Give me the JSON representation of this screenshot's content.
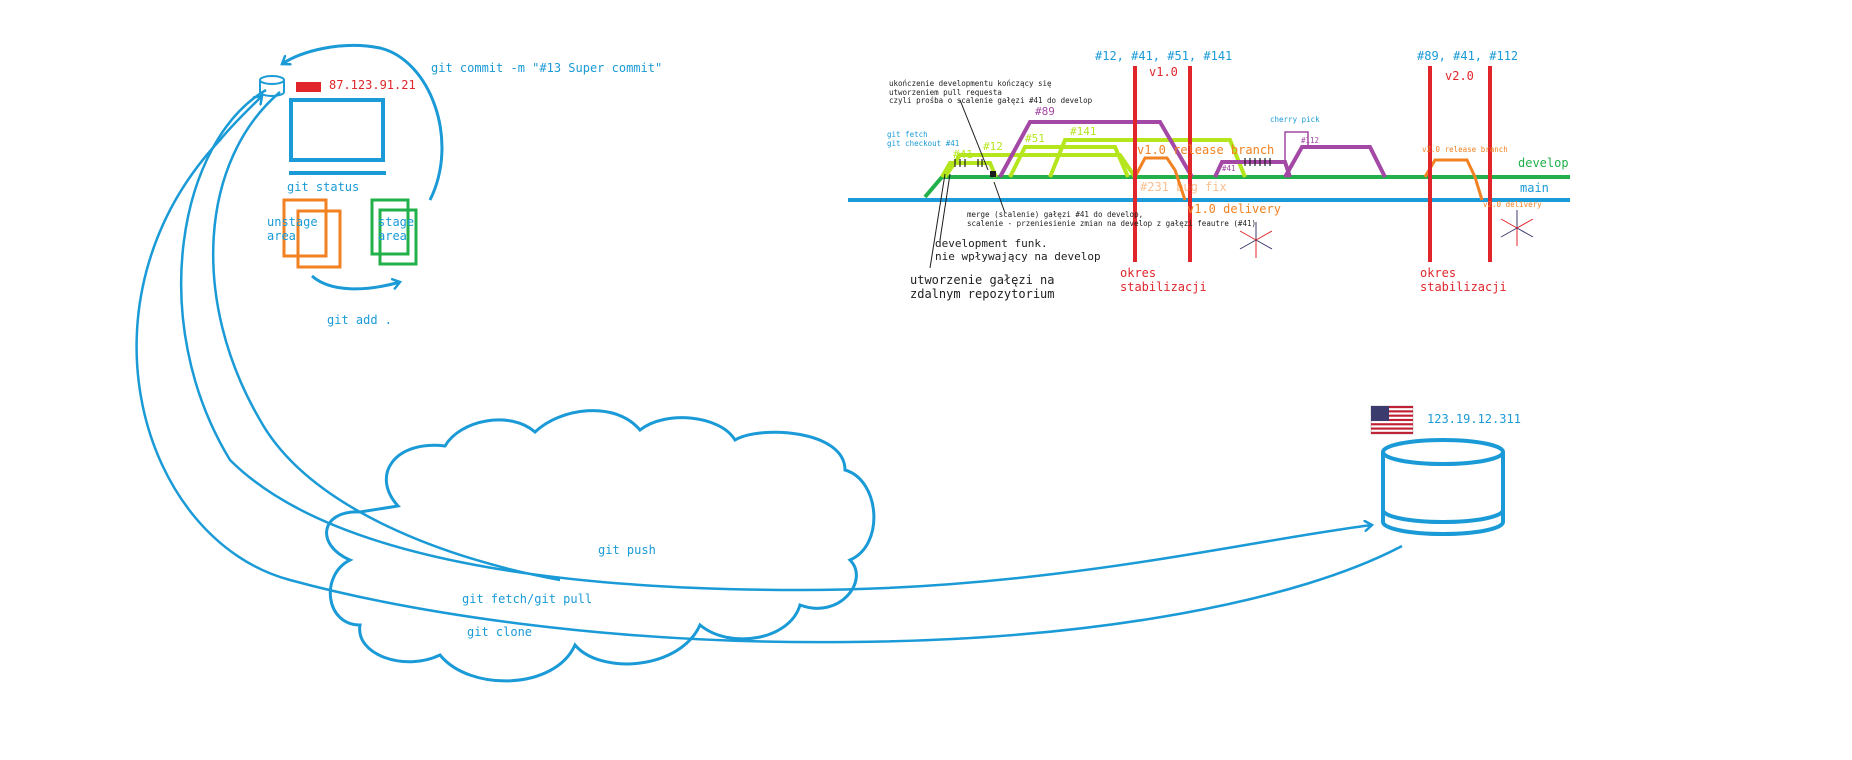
{
  "local": {
    "ip": "87.123.91.21",
    "git_commit": "git commit -m \"#13 Super commit\"",
    "git_status": "git status",
    "unstage_area": "unstage\narea",
    "stage_area": "stage\narea",
    "git_add": "git add ."
  },
  "remote": {
    "ip": "123.19.12.311"
  },
  "cloud": {
    "git_push": "git push",
    "git_fetch_pull": "git fetch/git pull",
    "git_clone": "git clone"
  },
  "branching": {
    "release1_commits": "#12, #41, #51, #141",
    "release2_commits": "#89, #41, #112",
    "v1_label": "v1.0",
    "v2_label": "v2.0",
    "develop_label": "develop",
    "main_label": "main",
    "pull_request_note": "ukończenie developmentu kończący się\nutworzeniem pull requesta\nczyli prośba o scalenie gałęzi #41 do develop",
    "fetch_note": "git fetch\ngit checkout #41",
    "f41": "#41",
    "f12": "#12",
    "f51": "#51",
    "f89": "#89",
    "f141": "#141",
    "release_branch_1": "v1.0 release branch",
    "bug_fix": "#231 bug fix",
    "delivery_1": "v1.0 delivery",
    "cherry_pick": "cherry pick",
    "f112": "#112",
    "f41_small": "#41",
    "release_branch_2": "v2.0 release branch",
    "delivery_2": "v2.0 delivery",
    "merge_note": "merge (scalenie) gałęzi #41 do develop,\nscalenie - przeniesienie zmian na develop z gałęzi feautre (#41)",
    "dev_note": "development funk.\nnie wpływający na develop",
    "create_branch_note": "utworzenie gałęzi na\nzdalnym repozytorium",
    "stabilization_1": "okres\nstabilizacji",
    "stabilization_2": "okres\nstabilizacji"
  },
  "colors": {
    "blue": "#1a9ad6",
    "red": "#e0262b",
    "green": "#22b04a",
    "orange": "#f28122",
    "purple": "#a348a4",
    "lime": "#b5e61d"
  }
}
